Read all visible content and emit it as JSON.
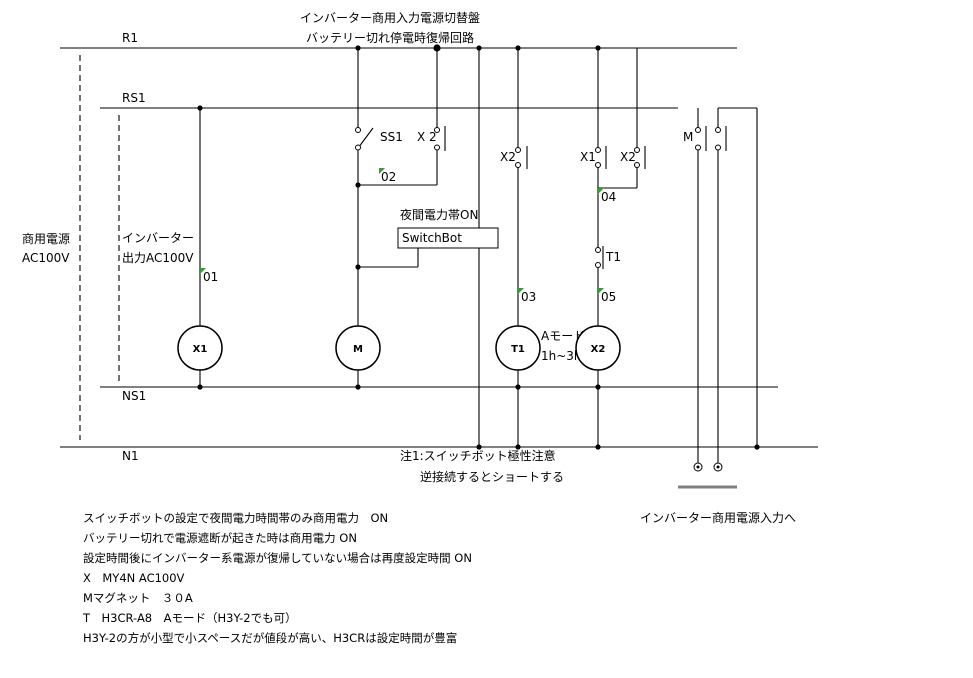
{
  "title": {
    "line1": "インバーター商用入力電源切替盤",
    "line2": "バッテリー切れ停電時復帰回路"
  },
  "buses": {
    "r1": "R1",
    "rs1": "RS1",
    "ns1": "NS1",
    "n1": "N1"
  },
  "sources": {
    "commercial": {
      "line1": "商用電源",
      "line2": "AC100V"
    },
    "inverter": {
      "line1": "インバーター",
      "line2": "出力AC100V"
    }
  },
  "contacts": {
    "ss1": "SS1",
    "x2_m_rung": "X 2",
    "x2_t1_rung": "X2",
    "x1_x2_rung": "X1",
    "x2_x2_rung": "X2",
    "t1_x2_rung": "T1",
    "m_output": "M"
  },
  "wire_numbers": {
    "w01": "01",
    "w02": "02",
    "w03": "03",
    "w04": "04",
    "w05": "05"
  },
  "coils": {
    "x1": "X1",
    "m": "M",
    "t1": "T1",
    "x2": "X2"
  },
  "timer": {
    "mode": "Aモード",
    "range": "1h~3h"
  },
  "switchbot": {
    "caption": "夜間電力帯ON",
    "label": "SwitchBot"
  },
  "note1": {
    "line1": "注1:スイッチボット極性注意",
    "line2": "逆接続するとショートする"
  },
  "output_label": "インバーター商用電源入力へ",
  "notes": [
    "スイッチボットの設定で夜間電力時間帯のみ商用電力　ON",
    "バッテリー切れで電源遮断が起きた時は商用電力 ON",
    "設定時間後にインバーター系電源が復帰していない場合は再度設定時間 ON",
    "X　MY4N AC100V",
    "Mマグネット　３０A",
    "T　H3CR-A8　Aモード（H3Y-2でも可）",
    "H3Y-2の方が小型で小スペースだが値段が高い、H3CRは設定時間が豊富"
  ],
  "colors": {
    "wire": "#000000",
    "text": "#000000",
    "marker": "#3a9a3a",
    "terminal_bar": "#808080",
    "background": "#ffffff"
  }
}
